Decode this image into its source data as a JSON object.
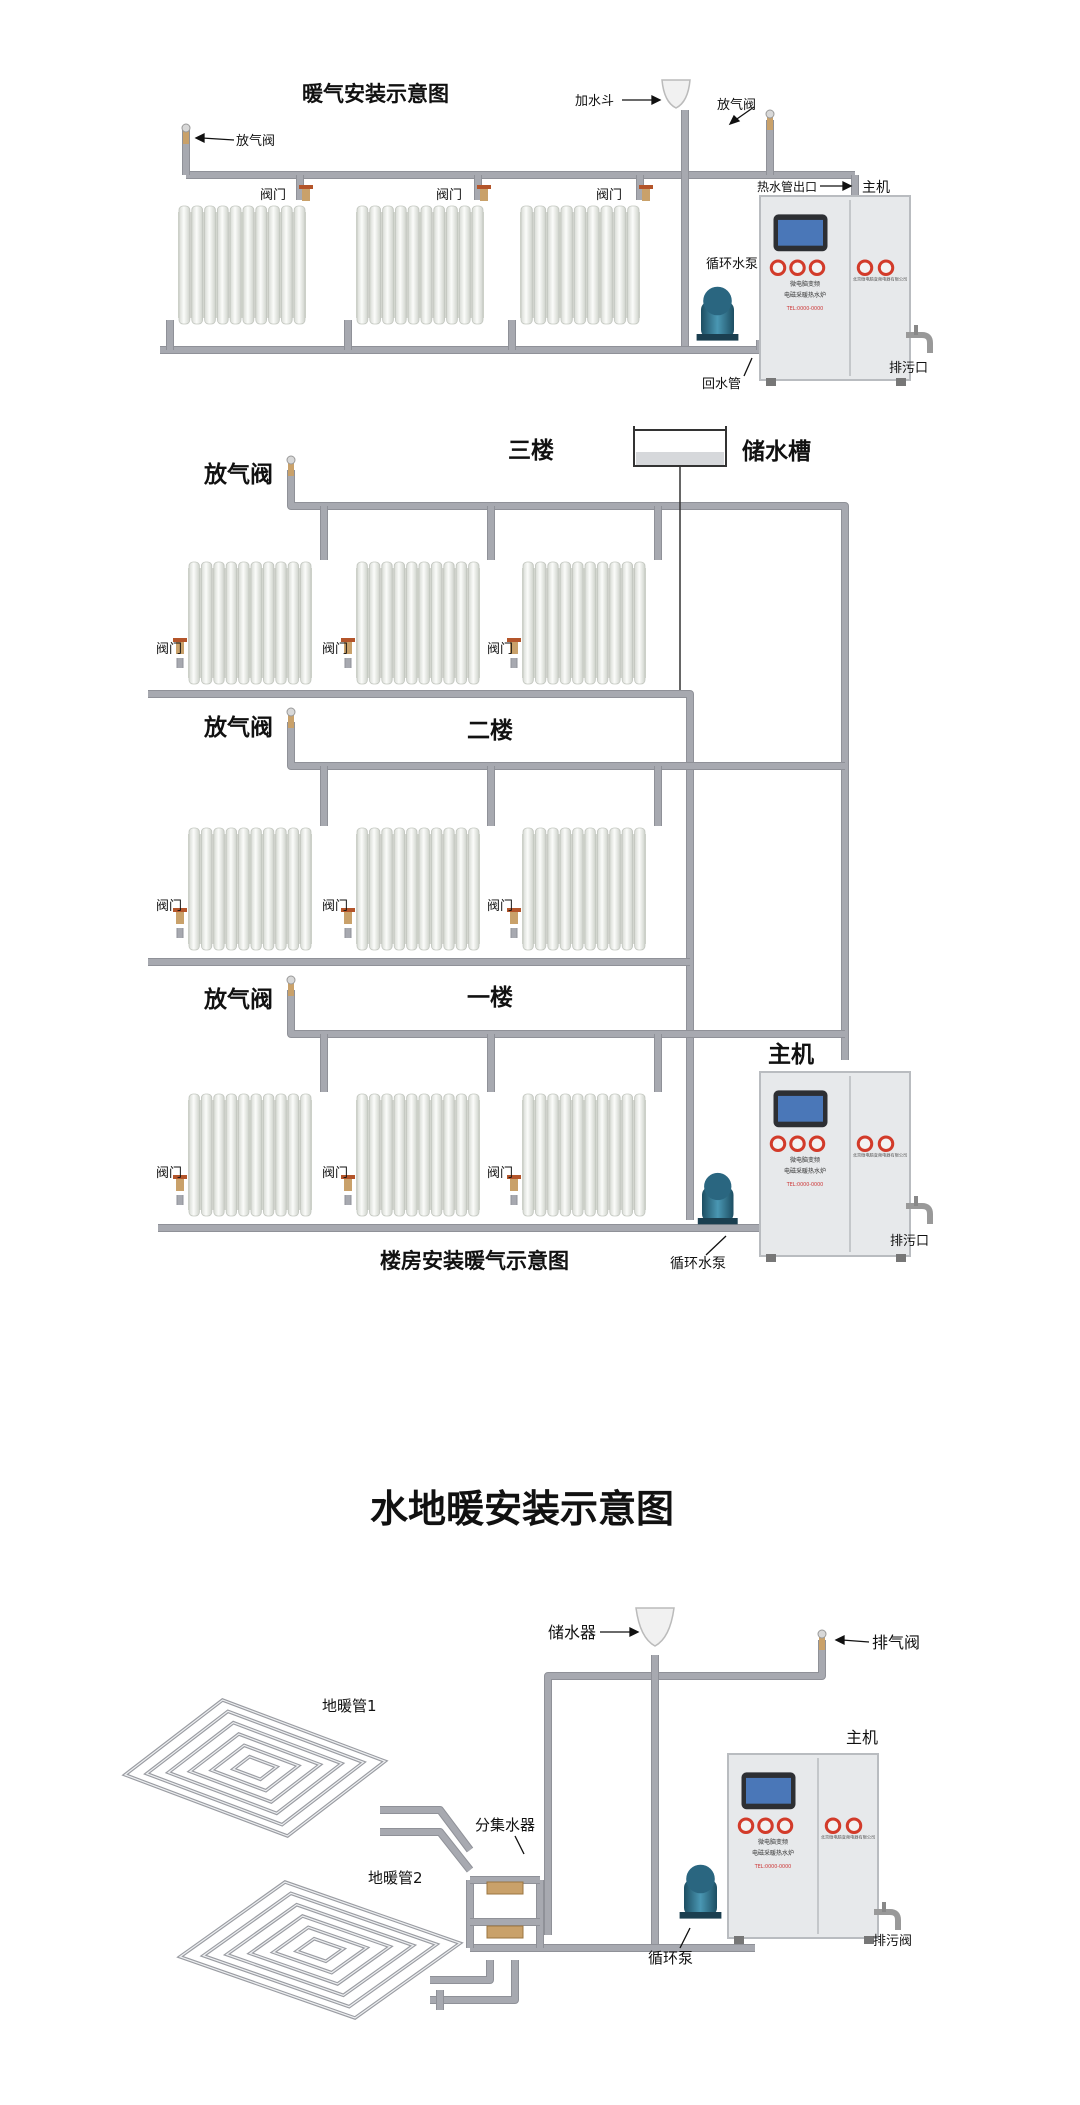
{
  "diagram1": {
    "title": "暖气安装示意图",
    "funnel": "加水斗",
    "vent_left": "放气阀",
    "vent_right": "放气阀",
    "valves": [
      "阀门",
      "阀门",
      "阀门"
    ],
    "hot_outlet": "热水管出口",
    "host": "主机",
    "pump": "循环水泵",
    "return_pipe": "回水管",
    "drain": "排污口"
  },
  "diagram2": {
    "title": "楼房安装暖气示意图",
    "tank": "储水槽",
    "floors": [
      "三楼",
      "二楼",
      "一楼"
    ],
    "vents": [
      "放气阀",
      "放气阀",
      "放气阀"
    ],
    "valves": [
      "阀门",
      "阀门",
      "阀门",
      "阀门",
      "阀门",
      "阀门",
      "阀门",
      "阀门",
      "阀门"
    ],
    "host": "主机",
    "pump": "循环水泵",
    "drain": "排污口"
  },
  "diagram3": {
    "title": "水地暖安装示意图",
    "reservoir": "储水器",
    "vent": "排气阀",
    "host": "主机",
    "floor_pipe_1": "地暖管1",
    "floor_pipe_2": "地暖管2",
    "manifold": "分集水器",
    "pump": "循环泵",
    "drain": "排污阀"
  },
  "boiler": {
    "brand_line": "北京微电脑变频电器有限公司",
    "name_line1": "微电脑变频",
    "name_line2": "电磁采暖热水炉",
    "phone": "TEL:0000-0000"
  },
  "colors": {
    "pipe": "#a7a9b0",
    "pipe_edge": "#8f9198",
    "radiator": "#eef0ec",
    "valve": "#b4552a",
    "boiler": "#e7e9eb",
    "pump": "#2f6f86",
    "gauge": "#d23b2a"
  }
}
